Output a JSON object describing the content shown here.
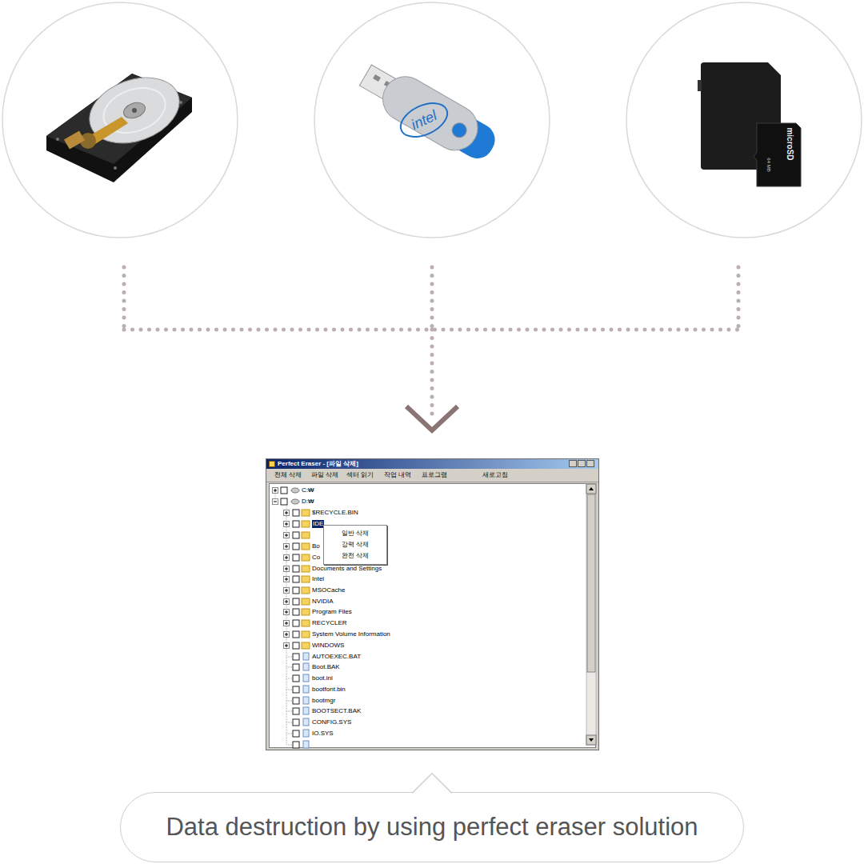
{
  "diagram": {
    "nodes": [
      {
        "text": [
          "Perfect Eraser - [파일 삭제]"
        ]
      },
      {
        "text": [
          "일반 삭제",
          "강력 삭제",
          "완전 삭제"
        ],
        "in": 0
      },
      {
        "text": [
          "Data destruction by using perfect eraser solution"
        ]
      }
    ],
    "labels": [
      "intel",
      "microSD",
      "64 MB",
      "전체 삭제",
      "파일 삭제",
      "섹터 읽기",
      "작업 내역",
      "프로그램",
      "새로고침",
      "C:₩",
      "D:₩",
      "$RECYCLE.BIN",
      "IDE",
      "Bo",
      "Co",
      "Documents and Settings",
      "Intel",
      "MSOCache",
      "NVIDIA",
      "Program Files",
      "RECYCLER",
      "System Volume Information",
      "WINDOWS",
      "AUTOEXEC.BAT",
      "Boot.BAK",
      "boot.ini",
      "bootfont.bin",
      "bootmgr",
      "BOOTSECT.BAK",
      "CONFIG.SYS",
      "IO.SYS"
    ]
  }
}
